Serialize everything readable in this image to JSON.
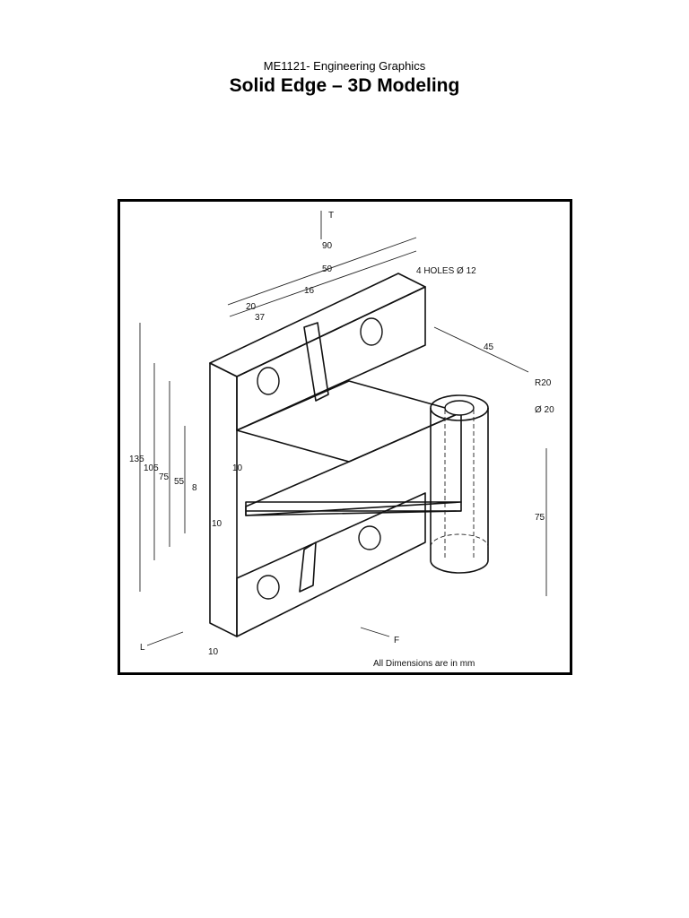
{
  "header": {
    "course": "ME1121- Engineering Graphics",
    "title": "Solid Edge – 3D Modeling"
  },
  "drawing": {
    "view_labels": {
      "top": "T",
      "left": "L",
      "front": "F"
    },
    "dimensions": {
      "width_total": "90",
      "width_50": "50",
      "width_20": "20",
      "width_37": "37",
      "rib_16": "16",
      "holes_note": "4 HOLES Ø 12",
      "depth_45": "45",
      "radius": "R20",
      "diameter": "Ø 20",
      "height_total": "135",
      "height_105": "105",
      "height_75": "75",
      "height_55": "55",
      "slot_8": "8",
      "thick_10a": "10",
      "thick_10b": "10",
      "thick_10c": "10",
      "boss_height": "75"
    },
    "note": "All Dimensions are in mm"
  }
}
